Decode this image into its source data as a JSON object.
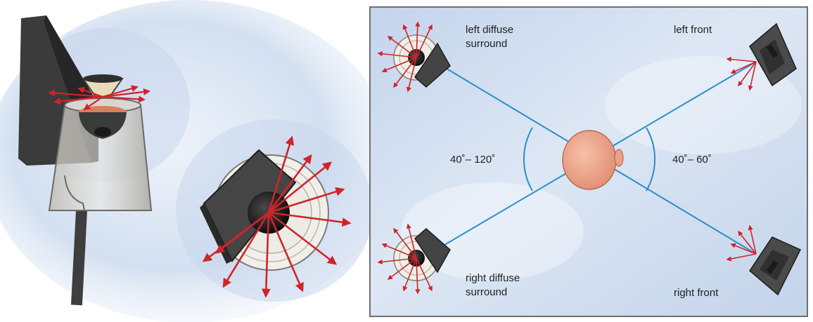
{
  "labels": {
    "left_diffuse": {
      "line1": "left diffuse",
      "line2": "surround"
    },
    "right_diffuse": {
      "line1": "right diffuse",
      "line2": "surround"
    },
    "left_front": "left front",
    "right_front": "right front",
    "angle_rear": "40˚– 120˚",
    "angle_front": "40˚– 60˚"
  },
  "colors": {
    "sky": "#c7d6ec",
    "sky_light": "#e4ecf7",
    "arrow": "#d1232a",
    "line": "#2a8fc9",
    "frame": "#6e6e6e",
    "speaker_dark": "#3a3a3a",
    "head": "#f0a58a"
  }
}
